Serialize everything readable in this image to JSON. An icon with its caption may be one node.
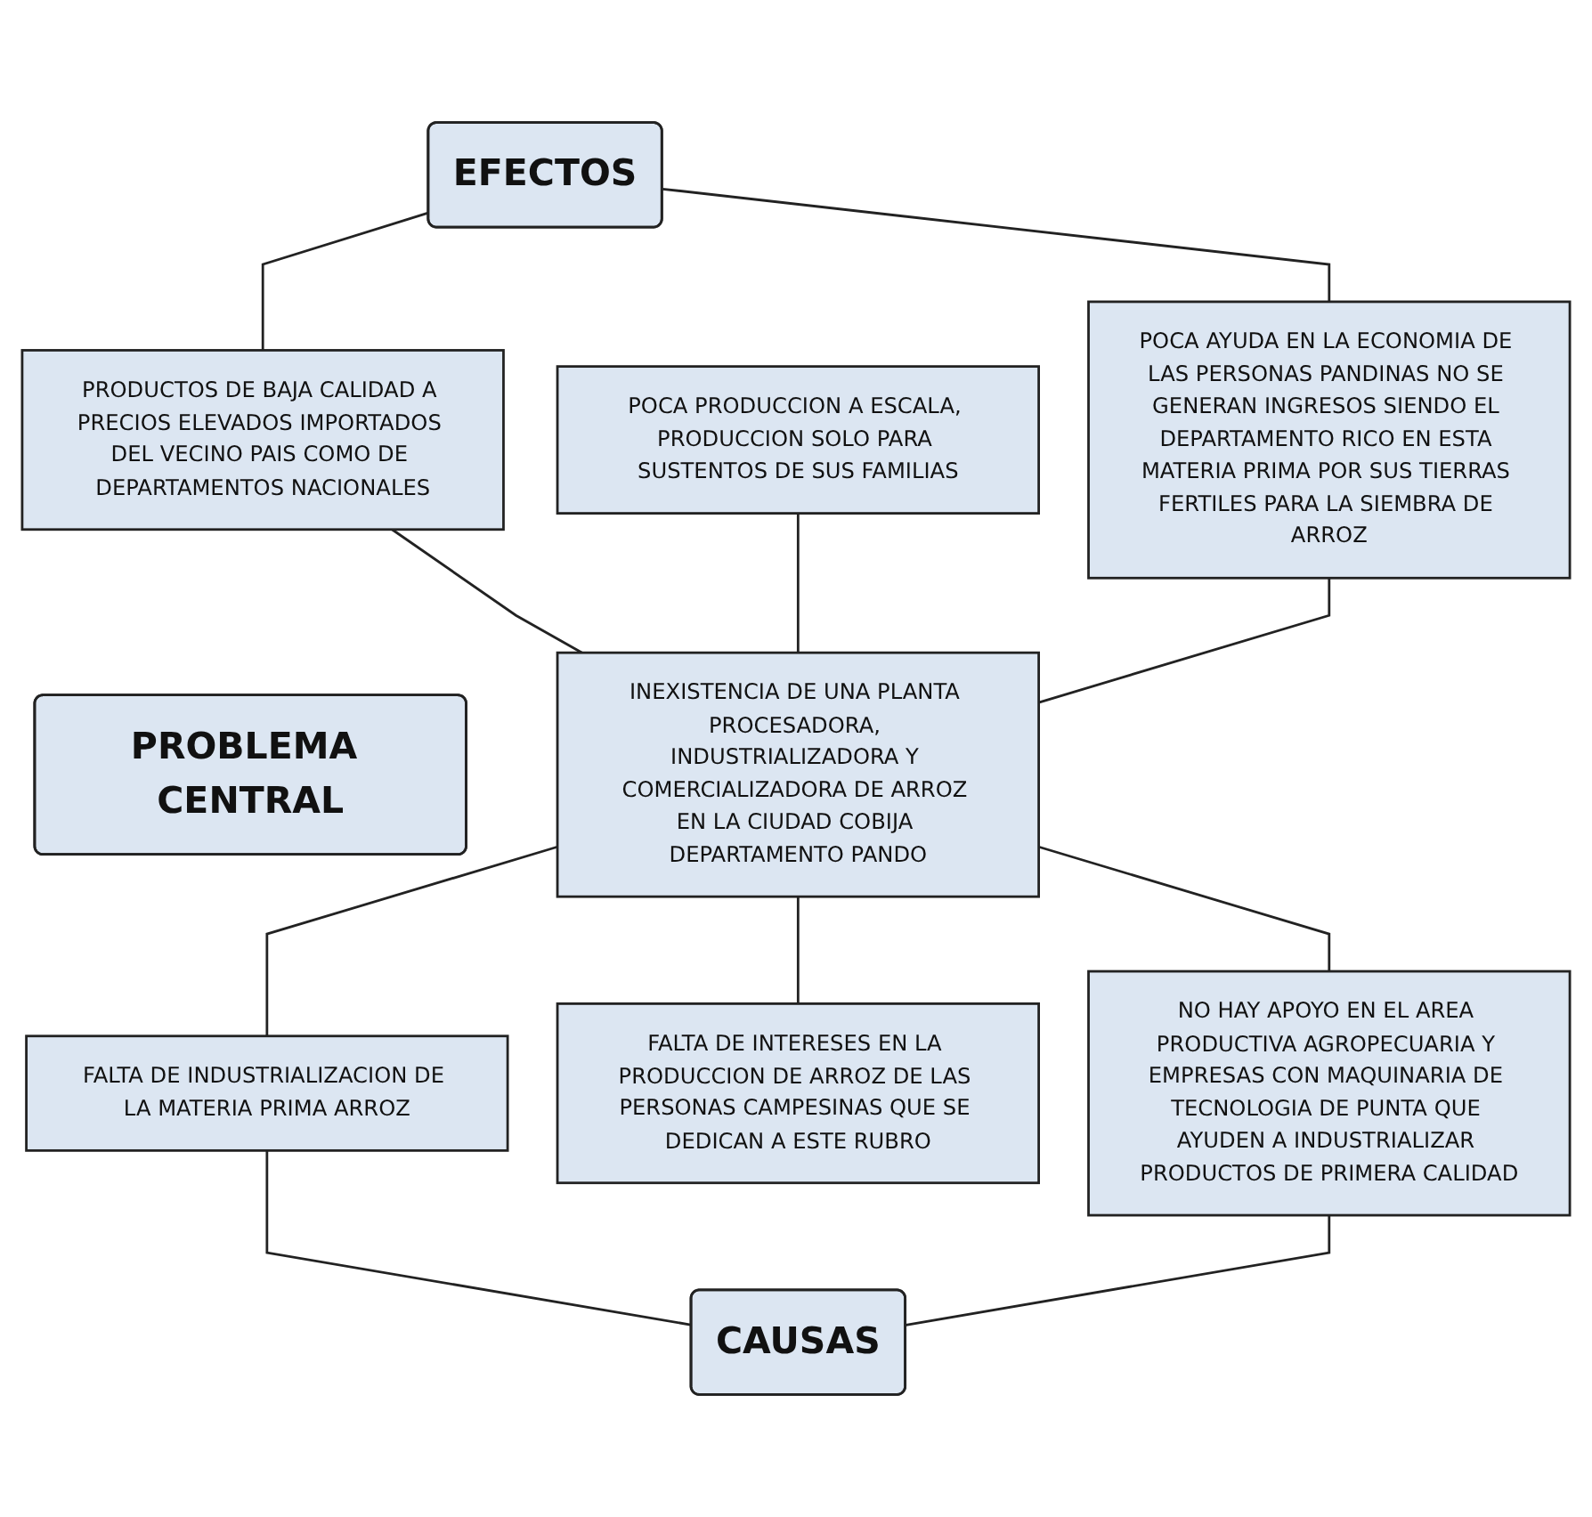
{
  "diagram": {
    "nodes": [
      {
        "text": [
          "EFECTOS"
        ]
      },
      {
        "text": [
          "PRODUCTOS DE BAJA CALIDAD A PRECIOS ELEVADOS IMPORTADOS DEL VECINO PAIS COMO DE DEPARTAMENTOS NACIONALES"
        ]
      },
      {
        "text": [
          "POCA PRODUCCION A ESCALA, PRODUCCION SOLO PARA SUSTENTOS DE SUS FAMILIAS"
        ]
      },
      {
        "text": [
          "POCA AYUDA EN LA ECONOMIA DE LAS PERSONAS PANDINAS NO SE GENERAN INGRESOS SIENDO EL DEPARTAMENTO RICO EN ESTA MATERIA PRIMA POR SUS TIERRAS FERTILES PARA LA SIEMBRA DE ARROZ"
        ]
      },
      {
        "text": [
          "PROBLEMA CENTRAL"
        ]
      },
      {
        "text": [
          "INEXISTENCIA DE UNA PLANTA PROCESADORA, INDUSTRIALIZADORA Y COMERCIALIZADORA DE ARROZ EN LA CIUDAD COBIJA DEPARTAMENTO PANDO"
        ]
      },
      {
        "text": [
          "FALTA DE INDUSTRIALIZACION DE LA MATERIA PRIMA ARROZ"
        ]
      },
      {
        "text": [
          "FALTA DE INTERESES EN LA PRODUCCION DE ARROZ DE LAS PERSONAS CAMPESINAS QUE SE DEDICAN A ESTE RUBRO"
        ]
      },
      {
        "text": [
          "NO HAY APOYO EN EL AREA PRODUCTIVA AGROPECUARIA Y EMPRESAS CON MAQUINARIA DE TECNOLOGIA DE PUNTA QUE AYUDEN A INDUSTRIALIZAR PRODUCTOS DE PRIMERA CALIDAD"
        ]
      },
      {
        "text": [
          "CAUSAS"
        ]
      }
    ],
    "edges": [
      {
        "from": 0,
        "to": 1,
        "arrow": "none"
      },
      {
        "from": 0,
        "to": 3,
        "arrow": "none"
      },
      {
        "from": 1,
        "to": 5,
        "arrow": "none"
      },
      {
        "from": 2,
        "to": 5,
        "arrow": "none"
      },
      {
        "from": 3,
        "to": 5,
        "arrow": "none"
      },
      {
        "from": 5,
        "to": 6,
        "arrow": "none"
      },
      {
        "from": 5,
        "to": 7,
        "arrow": "none"
      },
      {
        "from": 5,
        "to": 8,
        "arrow": "none"
      },
      {
        "from": 6,
        "to": 9,
        "arrow": "none"
      },
      {
        "from": 8,
        "to": 9,
        "arrow": "none"
      }
    ]
  }
}
